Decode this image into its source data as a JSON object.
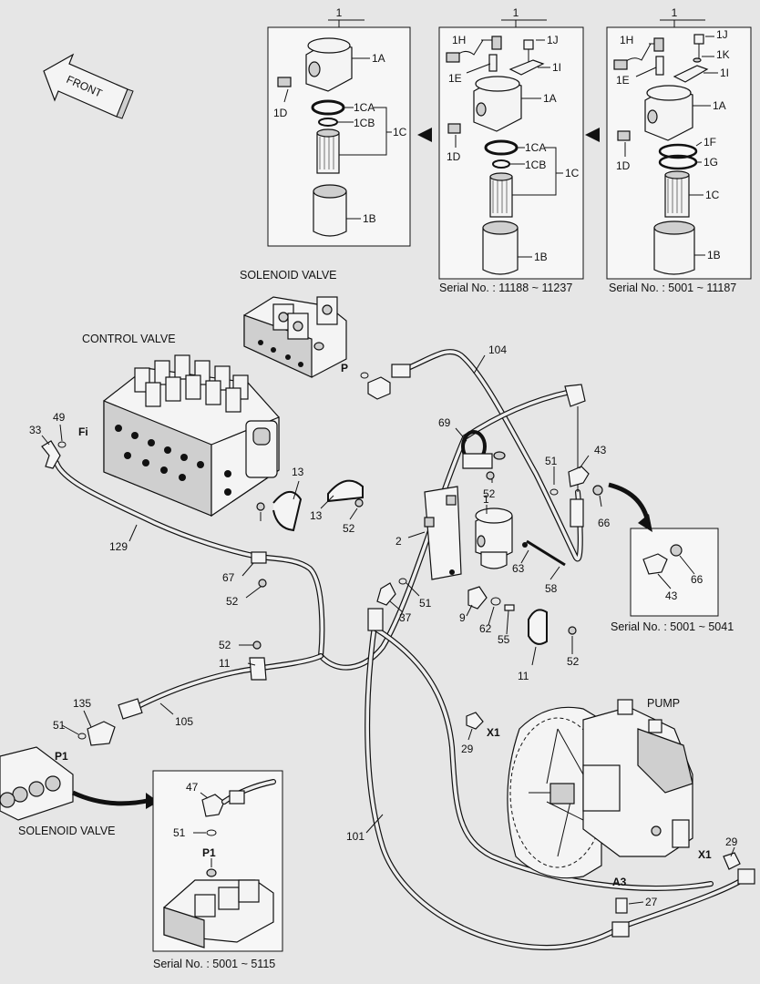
{
  "direction_label": "FRONT",
  "inset_top_left": {
    "title": "1",
    "parts": [
      "1A",
      "1D",
      "1CA",
      "1CB",
      "1C",
      "1B"
    ]
  },
  "inset_top_mid": {
    "title": "1",
    "parts": [
      "1H",
      "1J",
      "1E",
      "1I",
      "1A",
      "1D",
      "1CA",
      "1CB",
      "1C",
      "1B"
    ],
    "serial": "Serial No. : 11188 ~ 11237"
  },
  "inset_top_right": {
    "title": "1",
    "parts": [
      "1H",
      "1J",
      "1K",
      "1E",
      "1I",
      "1A",
      "1D",
      "1F",
      "1G",
      "1C",
      "1B"
    ],
    "serial": "Serial No. : 5001 ~ 11187"
  },
  "inset_fitting": {
    "parts": [
      "43",
      "66"
    ],
    "serial": "Serial No. : 5001 ~ 5041"
  },
  "inset_solenoid": {
    "parts": [
      "47",
      "51",
      "P1"
    ],
    "serial": "Serial No. : 5001 ~ 5115"
  },
  "components": {
    "solenoid_valve_top": "SOLENOID VALVE",
    "control_valve": "CONTROL VALVE",
    "solenoid_valve_left": "SOLENOID VALVE",
    "pump": "PUMP"
  },
  "ports": [
    "P",
    "Fi",
    "P1",
    "X1",
    "X1",
    "A3"
  ],
  "callouts": [
    "104",
    "69",
    "43",
    "51",
    "66",
    "52",
    "13",
    "13",
    "52",
    "33",
    "49",
    "1",
    "2",
    "63",
    "58",
    "129",
    "67",
    "52",
    "51",
    "37",
    "9",
    "62",
    "55",
    "52",
    "11",
    "52",
    "11",
    "135",
    "105",
    "51",
    "29",
    "101",
    "29",
    "27"
  ]
}
